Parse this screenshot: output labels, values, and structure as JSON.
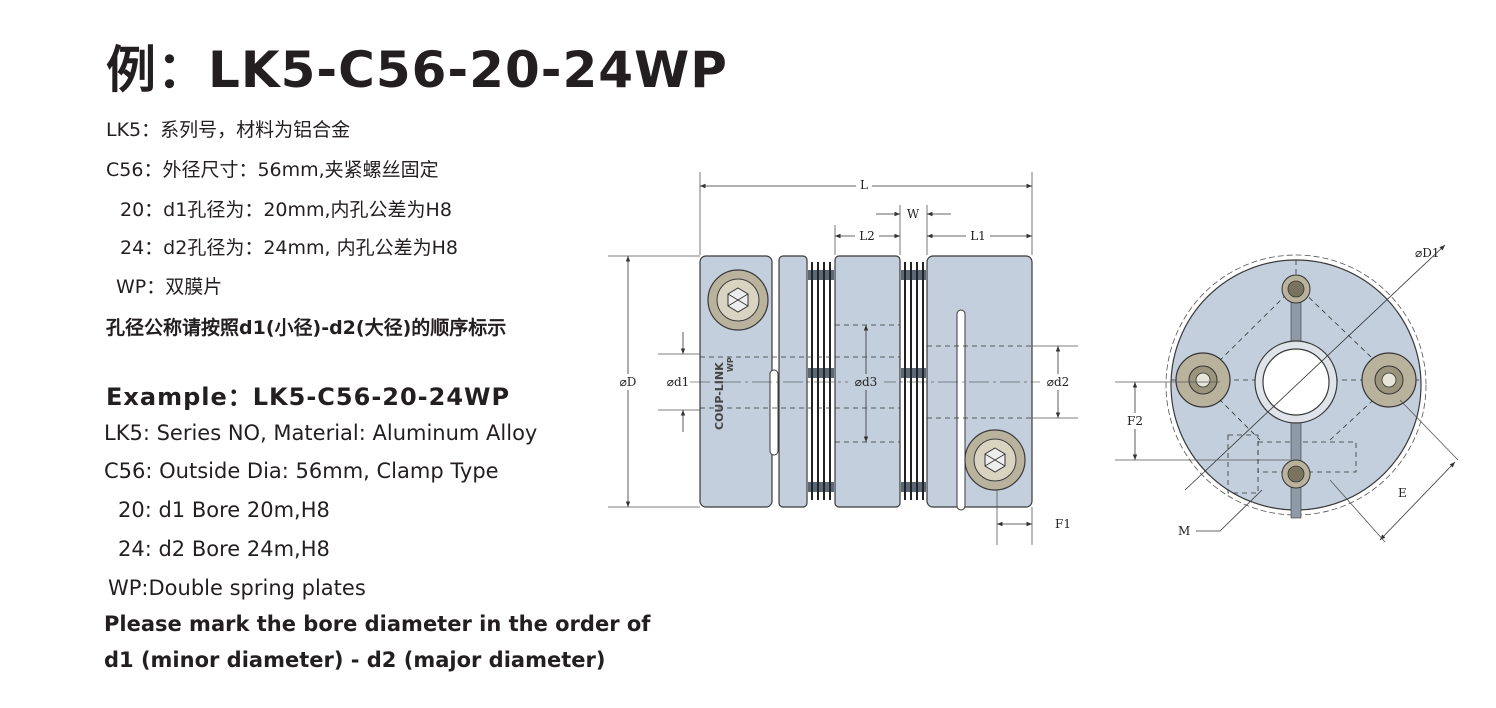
{
  "title": "例：LK5-C56-20-24WP",
  "cn": {
    "line1": "LK5：系列号，材料为铝合金",
    "line2": "C56：外径尺寸：56mm,夹紧螺丝固定",
    "line3": "20：d1孔径为：20mm,内孔公差为H8",
    "line4": "24：d2孔径为：24mm, 内孔公差为H8",
    "line5": "WP：双膜片",
    "note": "孔径公称请按照d1(小径)-d2(大径)的顺序标示"
  },
  "en": {
    "title": "Example：LK5-C56-20-24WP",
    "line1": "LK5: Series NO, Material: Aluminum Alloy",
    "line2": "C56: Outside Dia: 56mm, Clamp Type",
    "line3": "20: d1 Bore 20m,H8",
    "line4": "24: d2 Bore 24m,H8",
    "line5": "WP:Double spring plates",
    "note1": "Please mark the bore diameter in the order of",
    "note2": "d1 (minor diameter) - d2 (major diameter)"
  },
  "side_view": {
    "L": "L",
    "W": "W",
    "L1": "L1",
    "L2": "L2",
    "D": "⌀D",
    "d1": "⌀d1",
    "d2": "⌀d2",
    "d3": "⌀d3",
    "F1": "F1",
    "brand": "COUP-LINK",
    "brand_sub": "WP"
  },
  "front_view": {
    "D1": "⌀D1",
    "F2": "F2",
    "E": "E",
    "M": "M"
  },
  "colors": {
    "body": "#c3cfdc",
    "outline": "#3a3a3a",
    "screw": "#b9b39e",
    "bore": "#ffffff"
  }
}
